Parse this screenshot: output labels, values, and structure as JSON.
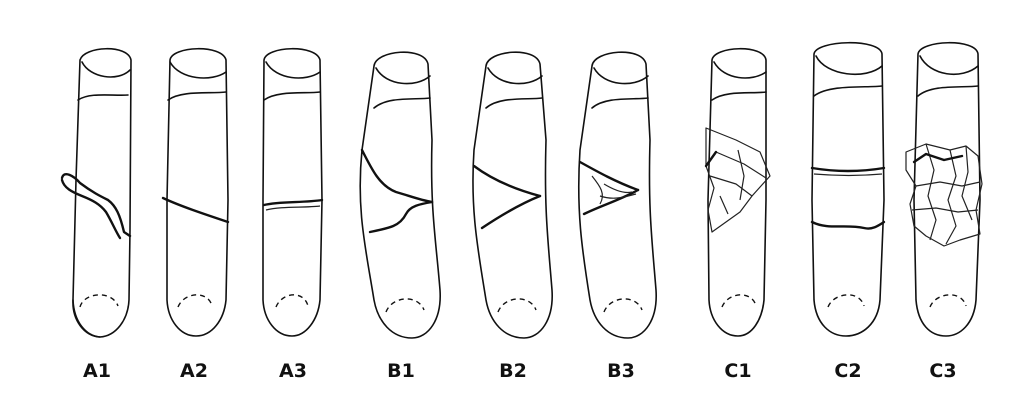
{
  "figure": {
    "labels": [
      "A1",
      "A2",
      "A3",
      "B1",
      "B2",
      "B3",
      "C1",
      "C2",
      "C3"
    ]
  }
}
